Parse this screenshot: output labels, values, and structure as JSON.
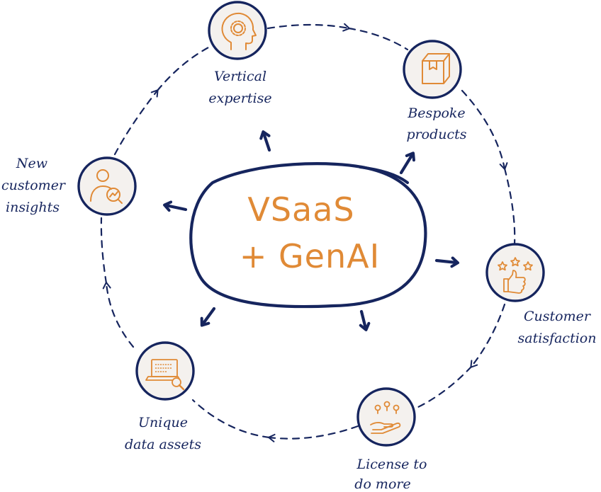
{
  "colors": {
    "navy": "#16255e",
    "orange": "#e08a36",
    "node_fill": "#f4f1ee"
  },
  "center": {
    "line1": "VSaaS",
    "line2": "+ GenAI"
  },
  "nodes": [
    {
      "id": "vertical",
      "icon": "head-gear-icon",
      "label_lines": [
        "Vertical",
        "expertise"
      ]
    },
    {
      "id": "bespoke",
      "icon": "package-box-icon",
      "label_lines": [
        "Bespoke",
        "products"
      ]
    },
    {
      "id": "satisfaction",
      "icon": "thumbs-up-stars-icon",
      "label_lines": [
        "Customer",
        "satisfaction"
      ]
    },
    {
      "id": "license",
      "icon": "hand-lightbulbs-icon",
      "label_lines": [
        "License to",
        "do more"
      ]
    },
    {
      "id": "data",
      "icon": "laptop-magnifier-icon",
      "label_lines": [
        "Unique",
        "data assets"
      ]
    },
    {
      "id": "insights",
      "icon": "user-chart-icon",
      "label_lines": [
        "New",
        "customer",
        "insights"
      ]
    }
  ]
}
